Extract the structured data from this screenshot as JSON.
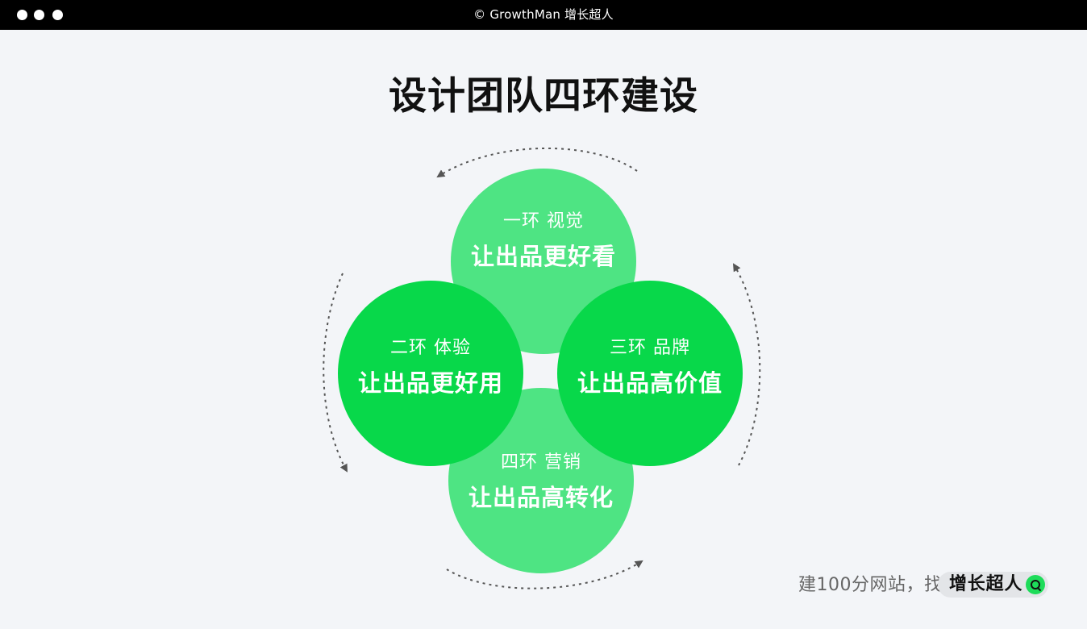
{
  "window": {
    "title": "© GrowthMan 增长超人"
  },
  "page": {
    "title": "设计团队四环建设"
  },
  "diagram": {
    "rings": [
      {
        "ring": "一环 视觉",
        "goal": "让出品更好看",
        "color": "#4ee483"
      },
      {
        "ring": "二环 体验",
        "goal": "让出品更好用",
        "color": "#08d84a"
      },
      {
        "ring": "三环 品牌",
        "goal": "让出品高价值",
        "color": "#08d84a"
      },
      {
        "ring": "四环 营销",
        "goal": "让出品高转化",
        "color": "#4ee483"
      }
    ],
    "arrow_color": "#555555"
  },
  "footer": {
    "text": "建100分网站，找",
    "brand_label": "增长超人",
    "accent": "#1edc5a"
  }
}
